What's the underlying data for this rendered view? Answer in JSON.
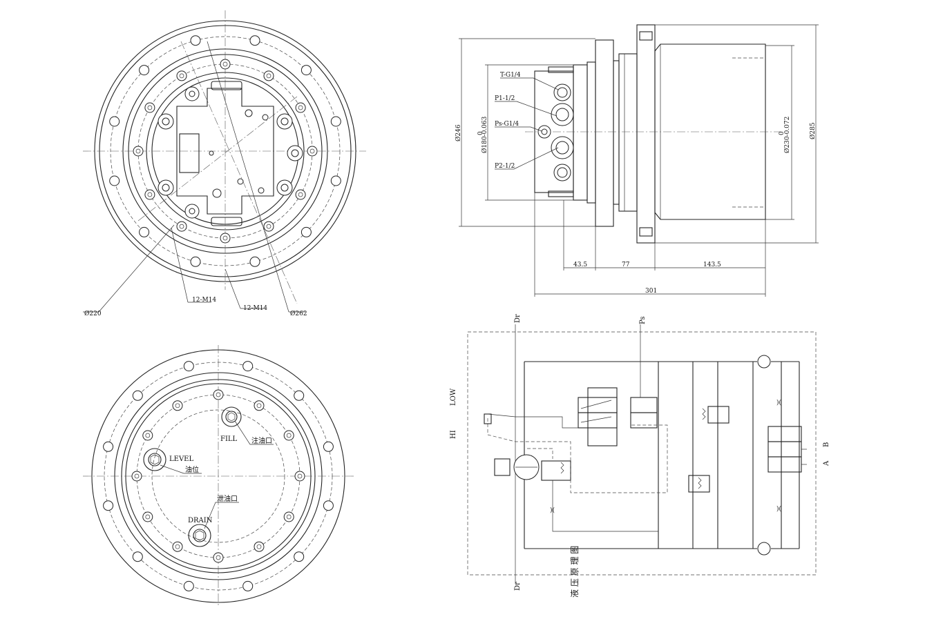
{
  "drawing": {
    "top_view_labels": {
      "d220": "Ø220",
      "m14_a": "12-M14",
      "m14_b": "12-M14",
      "d262": "Ø262"
    },
    "bottom_view_labels": {
      "level": "LEVEL",
      "level_cn": "油位",
      "fill": "FILL",
      "fill_cn": "注油口",
      "drain": "DRAIN",
      "drain_cn": "泄油口"
    },
    "side_view_labels": {
      "port_t": "T-G1/4",
      "port_p1": "P1-1/2",
      "port_ps": "Ps-G1/4",
      "port_p2": "P2-1/2",
      "d246": "Ø246",
      "d180": "Ø180-0.063",
      "d180_tol": "0",
      "d230": "Ø230-0.072",
      "d230_tol": "0",
      "d285": "Ø285",
      "len_43": "43.5",
      "len_77": "77",
      "len_143": "143.5",
      "len_301": "301"
    },
    "schematic_labels": {
      "dr_top": "Dr",
      "ps": "Ps",
      "low": "LOW",
      "hi": "HI",
      "port_a": "A",
      "port_b": "B",
      "dr_bottom": "Dr",
      "title": "液 压 原 理 图"
    }
  }
}
